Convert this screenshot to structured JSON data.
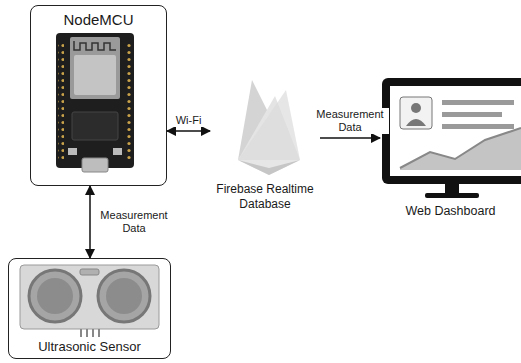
{
  "diagram": {
    "nodes": [
      {
        "text": [
          "NodeMCU"
        ]
      },
      {
        "text": [
          "Firebase Realtime Database"
        ]
      },
      {
        "text": [
          "Web Dashboard"
        ]
      },
      {
        "text": [
          "Ultrasonic Sensor"
        ]
      }
    ],
    "edges": [
      {
        "from": 0,
        "to": 1,
        "label": "Wi-Fi",
        "arrow": "both"
      },
      {
        "from": 1,
        "to": 2,
        "label": "Measurement Data",
        "arrow": "to"
      },
      {
        "from": 0,
        "to": 3,
        "label": "Measurement Data",
        "arrow": "both"
      }
    ]
  }
}
